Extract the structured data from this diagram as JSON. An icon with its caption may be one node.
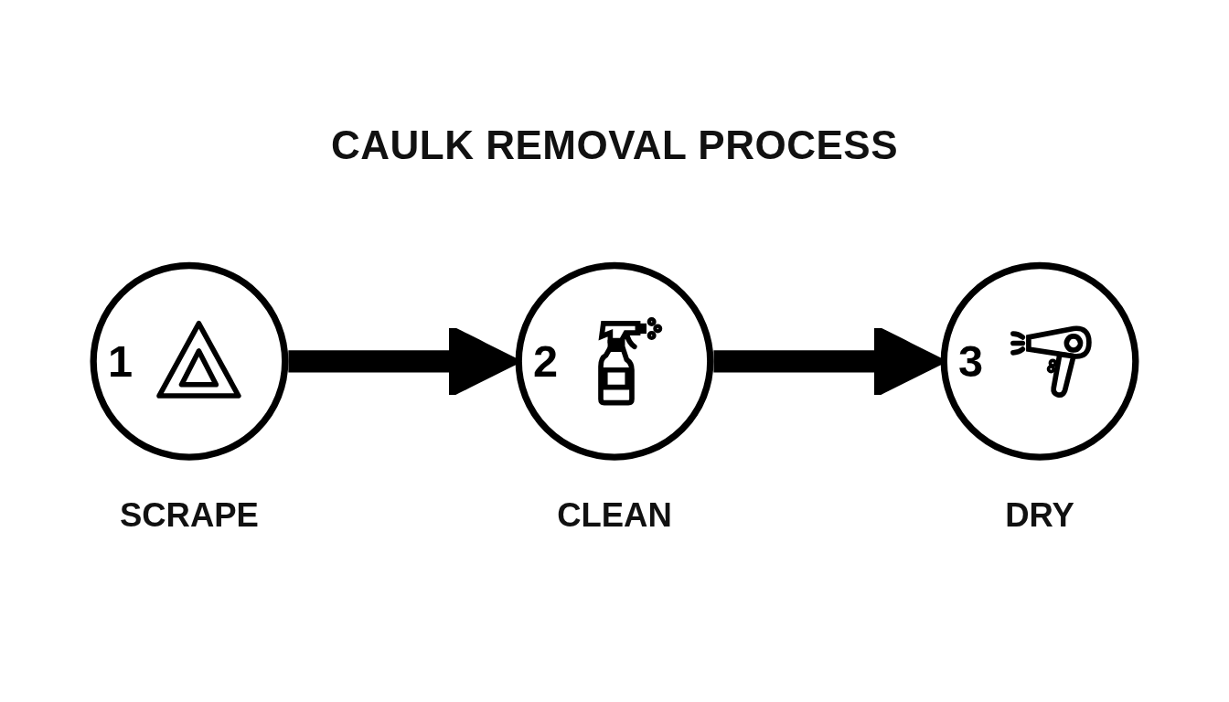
{
  "diagram": {
    "title": "CAULK REMOVAL PROCESS",
    "nodes": [
      {
        "text": [
          "1"
        ],
        "beside": [
          "SCRAPE"
        ]
      },
      {
        "text": [
          "2"
        ],
        "beside": [
          "CLEAN"
        ]
      },
      {
        "text": [
          "3"
        ],
        "beside": [
          "DRY"
        ]
      }
    ],
    "edges": [
      {
        "from": 0,
        "to": 1,
        "arrow": "to"
      },
      {
        "from": 1,
        "to": 2,
        "arrow": "to"
      }
    ]
  }
}
